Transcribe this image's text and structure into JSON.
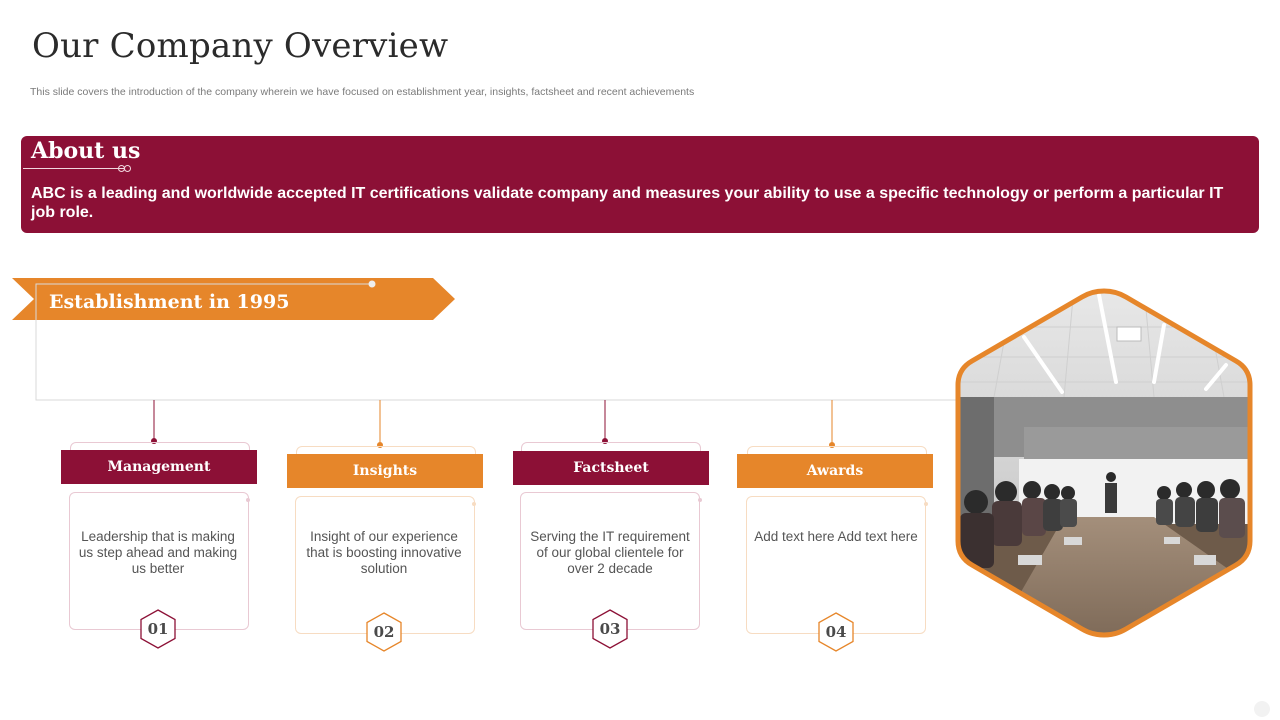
{
  "title": "Our Company Overview",
  "subtitle": "This slide covers the introduction of the company wherein we have focused on establishment year, insights, factsheet and recent achievements",
  "about": {
    "heading": "About us",
    "text": "ABC is a leading and worldwide accepted IT certifications validate company and measures your ability to use a specific technology or perform a particular IT job role."
  },
  "establishment": {
    "label": "Establishment in 1995"
  },
  "cards": [
    {
      "title": "Management",
      "text": "Leadership that is making us step ahead and making us better",
      "number": "01",
      "color": "#8c1036"
    },
    {
      "title": "Insights",
      "text": "Insight of our experience that is boosting innovative solution",
      "number": "02",
      "color": "#e6862a"
    },
    {
      "title": "Factsheet",
      "text": "Serving the IT requirement of our global clientele for over 2 decade",
      "number": "03",
      "color": "#8c1036"
    },
    {
      "title": "Awards",
      "text": "Add text here Add text here",
      "number": "04",
      "color": "#e6862a"
    }
  ],
  "colors": {
    "primary": "#8c1036",
    "accent": "#e6862a"
  }
}
